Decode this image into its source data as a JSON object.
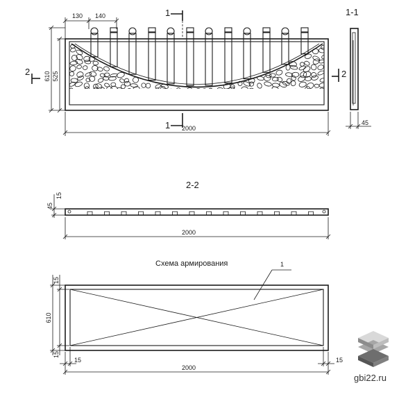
{
  "elevation": {
    "dims": {
      "picket_a": "130",
      "picket_b": "140",
      "height_total": "610",
      "height_panel": "525",
      "length": "2000"
    },
    "section_marks": {
      "cut1": "1",
      "cut2": "2"
    }
  },
  "section_1_1": {
    "title": "1-1",
    "thickness": "45"
  },
  "section_2_2": {
    "title": "2-2",
    "dims": {
      "thickness": "45",
      "edge": "15",
      "length": "2000"
    }
  },
  "reinforcement": {
    "title": "Схема армирования",
    "callout": "1",
    "dims": {
      "height": "610",
      "top_cover": "15",
      "bottom_cover": "15",
      "left_cover": "15",
      "right_cover": "15",
      "length": "2000"
    }
  },
  "watermark": {
    "site": "gbi22.ru"
  },
  "colors": {
    "line": "#1a1a1a",
    "paper": "#ffffff",
    "logo_top": "#d9d9d9",
    "logo_mid": "#a6a6a6",
    "logo_bot": "#6e6e6e"
  }
}
